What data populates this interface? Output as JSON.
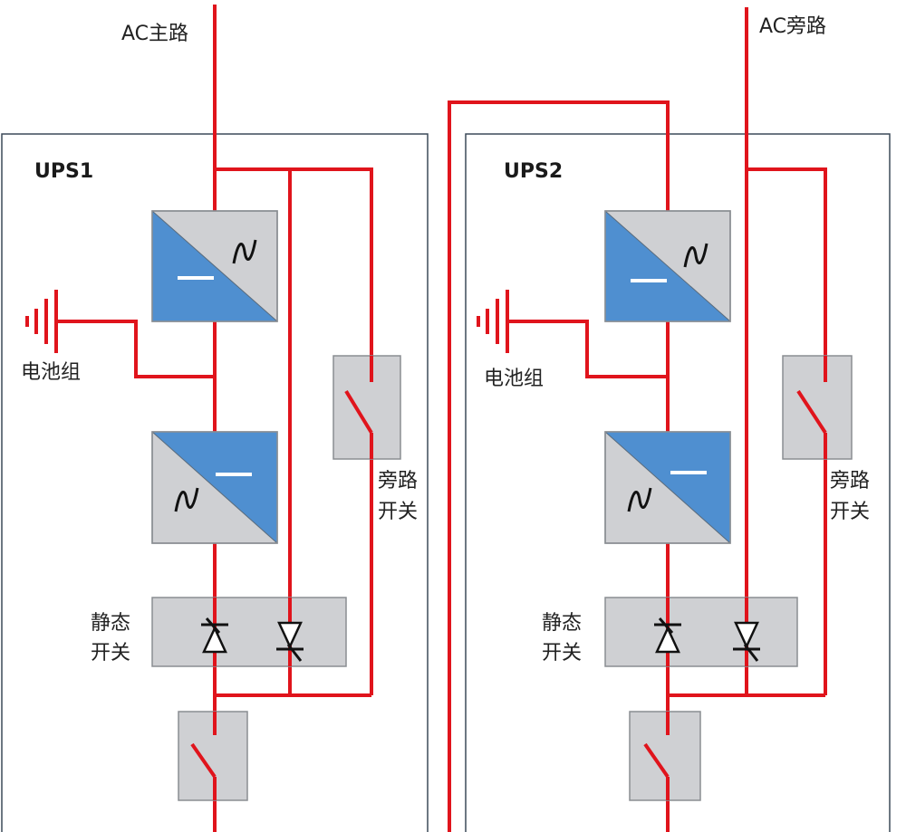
{
  "labels": {
    "ac_main": "AC主路",
    "ac_bypass": "AC旁路",
    "ups1": "UPS1",
    "ups2": "UPS2",
    "battery": "电池组",
    "bypass_switch_line1": "旁路",
    "bypass_switch_line2": "开关",
    "static_switch_line1": "静态",
    "static_switch_line2": "开关"
  },
  "colors": {
    "wire": "#e0141c",
    "converter_blue": "#4f8fd0",
    "box_gray": "#cfd0d3",
    "cabinet_border": "#3c4a58"
  },
  "icons": [
    "ground-battery-icon",
    "switch-icon",
    "thyristor-icon",
    "sine-wave-icon",
    "dc-bar-icon"
  ]
}
